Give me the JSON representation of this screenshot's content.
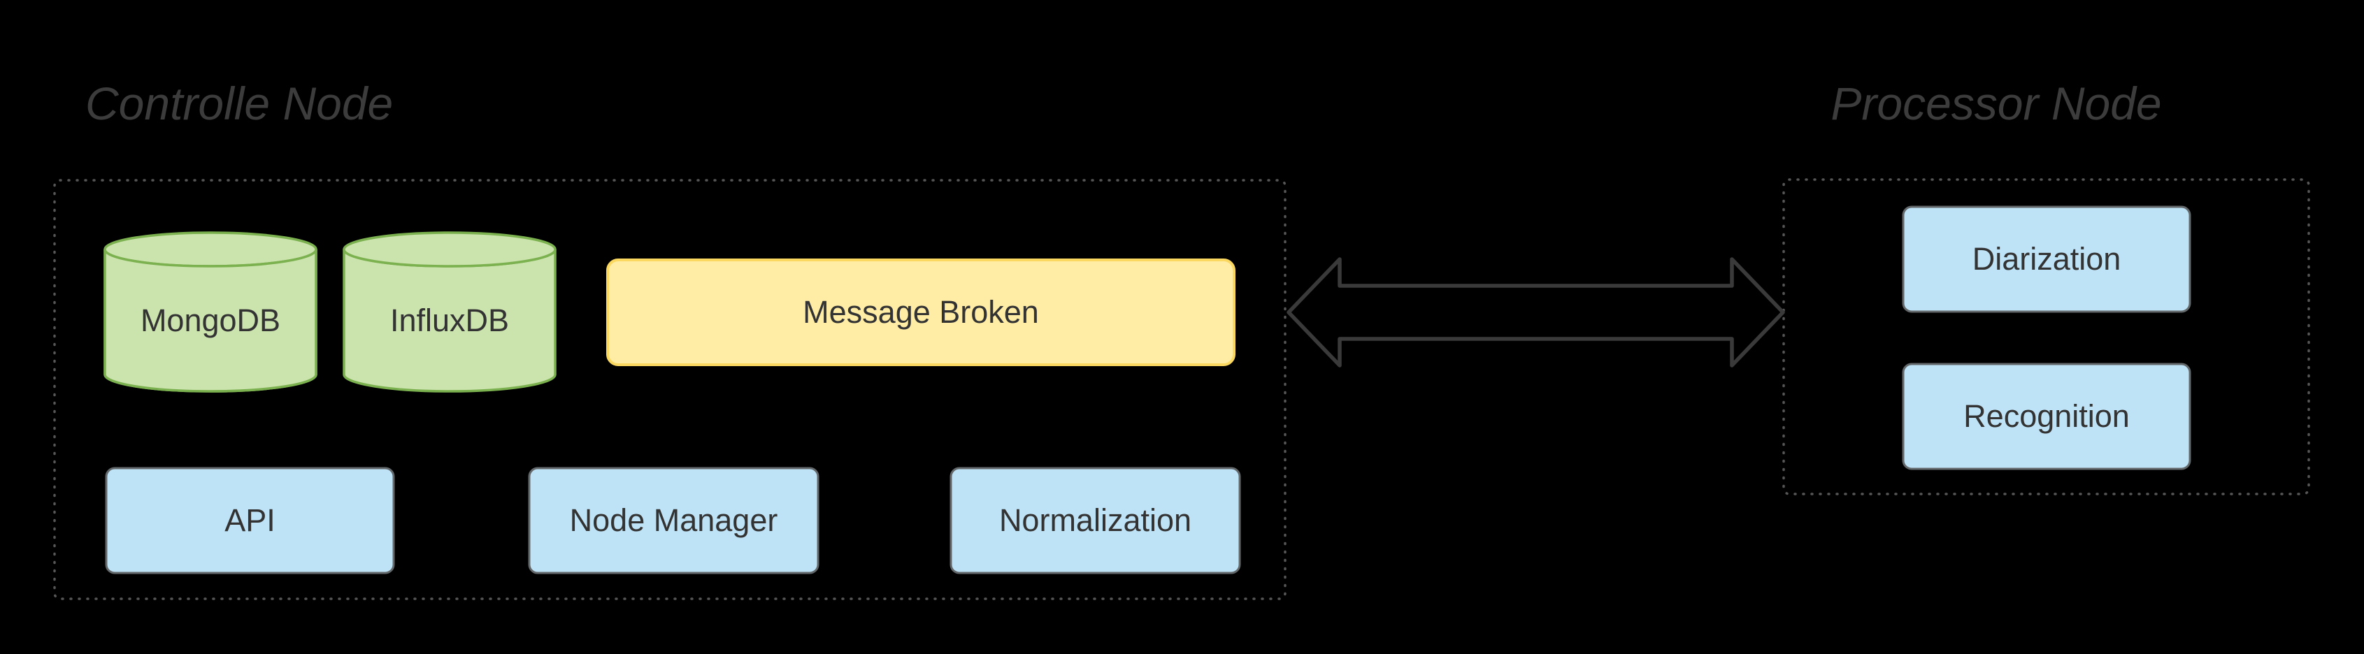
{
  "diagram": {
    "controller_node": {
      "title": "Controlle Node",
      "databases": [
        {
          "label": "MongoDB"
        },
        {
          "label": "InfluxDB"
        }
      ],
      "broker": {
        "label": "Message Broken"
      },
      "services": [
        {
          "label": "API"
        },
        {
          "label": "Node Manager"
        },
        {
          "label": "Normalization"
        }
      ]
    },
    "processor_node": {
      "title": "Processor Node",
      "services": [
        {
          "label": "Diarization"
        },
        {
          "label": "Recognition"
        }
      ]
    },
    "connector": {
      "type": "bidirectional-arrow"
    },
    "colors": {
      "background": "#000000",
      "database_fill": "#cbe3ad",
      "database_stroke": "#7cb14f",
      "broker_fill": "#ffeda6",
      "broker_stroke": "#fbd860",
      "service_fill": "#bfe3f6",
      "service_stroke": "#63686b",
      "container_stroke": "#565656",
      "arrow_stroke": "#3a3a3a",
      "title_color": "#3c3c3c",
      "label_color": "#333333",
      "none": "none"
    }
  }
}
